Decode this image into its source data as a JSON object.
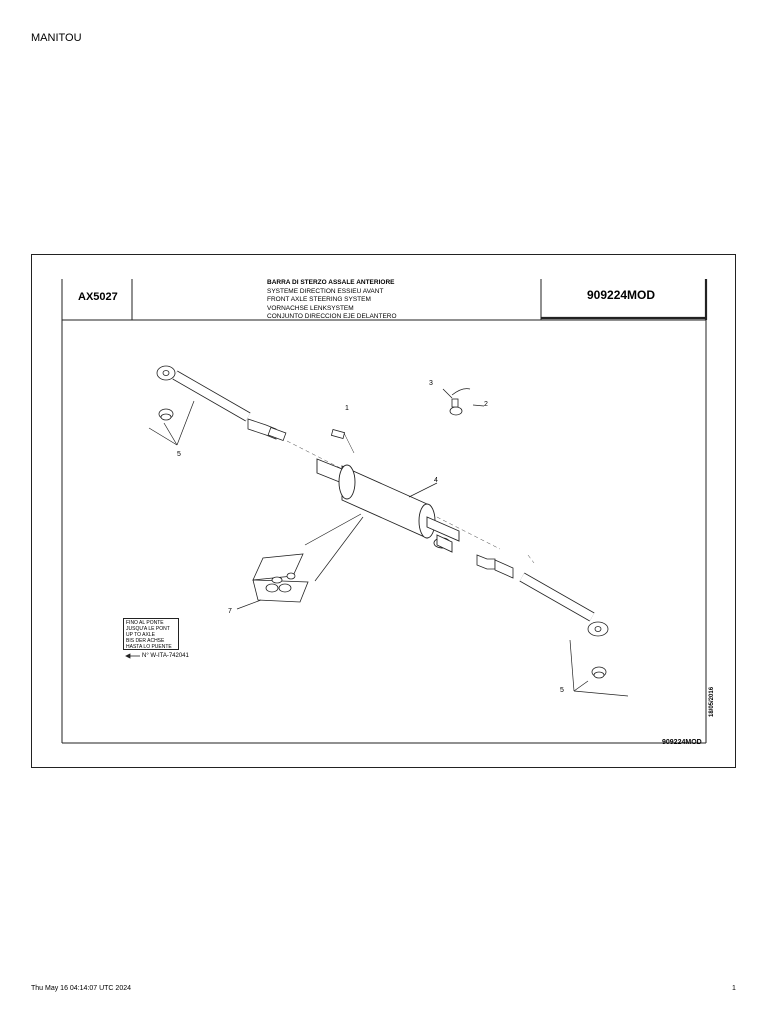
{
  "header": {
    "brand": "MANITOU"
  },
  "sheet": {
    "code": "AX5027",
    "titles": [
      "BARRA DI STERZO ASSALE ANTERIORE",
      "SYSTEME DIRECTION ESSIEU AVANT",
      "FRONT AXLE STEERING SYSTEM",
      "VORNACHSE LENKSYSTEM",
      "CONJUNTO DIRECCION EJE DELANTERO"
    ],
    "reference": "909224MOD",
    "bottom_reference": "909224MOD",
    "date_stamp": "18/05/2016"
  },
  "callouts": {
    "c1": "1",
    "c2": "2",
    "c3": "3",
    "c4": "4",
    "c5a": "5",
    "c5b": "5",
    "c7": "7"
  },
  "serial_label": {
    "lines": [
      "FINO AL PONTE",
      "JUSQU'A LE PONT",
      "UP TO AXLE",
      "BIS DER ACHSE",
      "HASTA LO PUENTE"
    ],
    "serial": "N° W-ITA-742041"
  },
  "footer": {
    "datetime": "Thu May 16 04:14:07 UTC 2024",
    "page": "1"
  }
}
